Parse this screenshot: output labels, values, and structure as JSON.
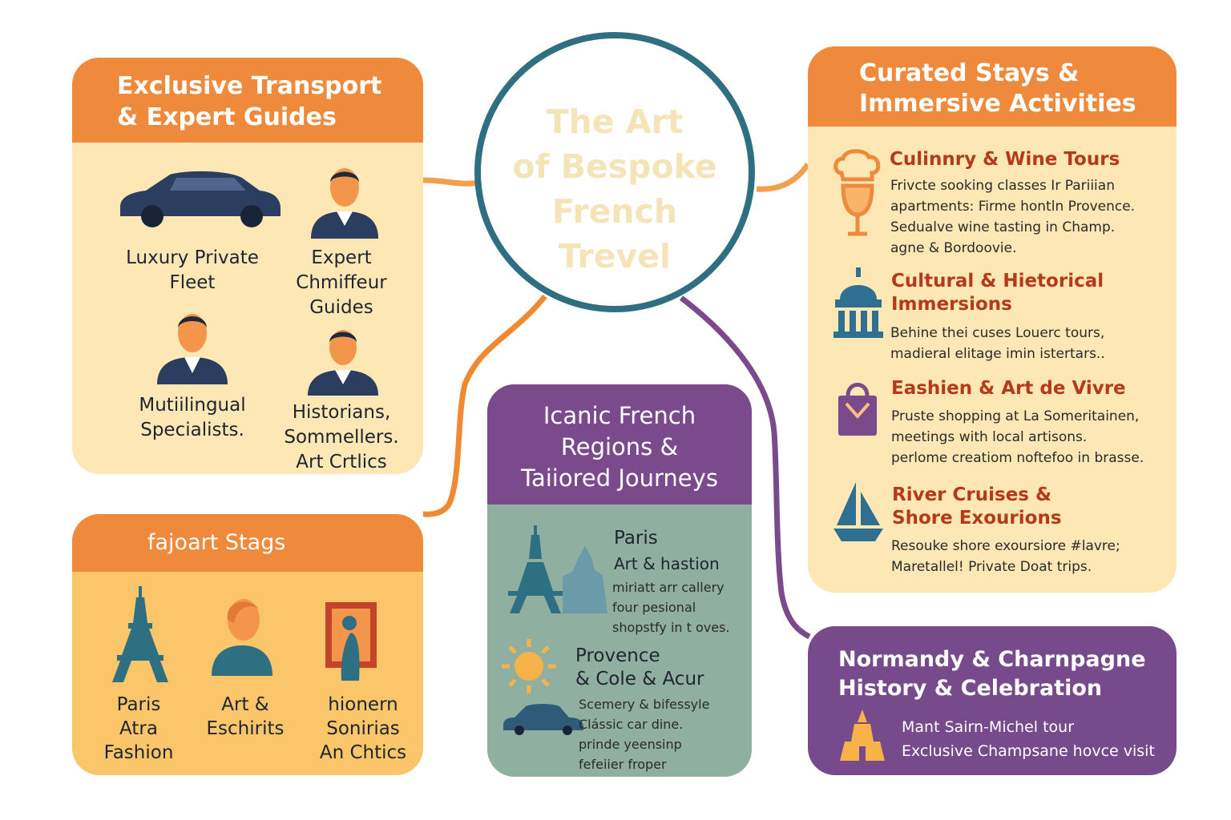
{
  "center": {
    "lines": [
      "The Art",
      "of Bespoke",
      "French",
      "Trevel"
    ]
  },
  "transport": {
    "title_lines": [
      "Exclusive Transport",
      "& Expert Guides"
    ],
    "items": [
      {
        "lines": [
          "Luxury Private",
          "Fleet"
        ],
        "icon": "car-icon"
      },
      {
        "lines": [
          "Expert",
          "Chmiffeur",
          "Guides"
        ],
        "icon": "chauffeur-icon"
      },
      {
        "lines": [
          "Mutiilingual",
          "Specialists."
        ],
        "icon": "specialist-icon"
      },
      {
        "lines": [
          "Historians,",
          "Sommellers.",
          "Art Crtlics"
        ],
        "icon": "historian-icon"
      }
    ]
  },
  "stays": {
    "title": "fajoart Stags",
    "items": [
      {
        "lines": [
          "Paris",
          "Atra",
          "Fashion"
        ],
        "icon": "eiffel-tower-icon"
      },
      {
        "lines": [
          "Art &",
          "Eschirits"
        ],
        "icon": "person-icon"
      },
      {
        "lines": [
          "hionern",
          "Sonirias",
          "An Chtics"
        ],
        "icon": "art-frame-icon"
      }
    ]
  },
  "regions": {
    "title_lines": [
      "Icanic French",
      "Regions &",
      "Taiiored Journeys"
    ],
    "paris": {
      "name": "Paris",
      "sub": "Art & hastion",
      "desc_lines": [
        "miriatt arr callery",
        "four pesional",
        "shopstfy in t oves."
      ]
    },
    "provence": {
      "name_lines": [
        "Provence",
        "& Cole & Acur"
      ],
      "desc_lines": [
        "Scemery & bifessyle",
        "Clássic car dine.",
        "prinde yeensinp",
        "fefeiier froper"
      ]
    }
  },
  "curated": {
    "title_lines": [
      "Curated Stays &",
      "Immersive Activities"
    ],
    "sections": [
      {
        "title_lines": [
          "Culinnry & Wine Tours"
        ],
        "desc_lines": [
          "Frivcte sooking classes Ir Pariiian",
          "apartments: Firme hontln Provence.",
          "Sedualve wine tasting in Champ.",
          "agne & Bordoovie."
        ],
        "icon": "chef-wine-icon"
      },
      {
        "title_lines": [
          "Cultural & Hietorical",
          "Immersions"
        ],
        "desc_lines": [
          "Behine thei cuses Louerc tours,",
          "madieral elitage imin istertars.."
        ],
        "icon": "museum-icon"
      },
      {
        "title_lines": [
          "Eashien & Art de Vivre"
        ],
        "desc_lines": [
          "Pruste shopping at La Someritainen,",
          "meetings with local artisons.",
          "perlome creatiom noftefoo in brasse."
        ],
        "icon": "shopping-bag-icon"
      },
      {
        "title_lines": [
          "River  Cruises &",
          "Shore Exourions"
        ],
        "desc_lines": [
          "Resouke shore exoursiore #lavre;",
          "Maretallel! Private Doat trips."
        ],
        "icon": "sailboat-icon"
      }
    ]
  },
  "normandy": {
    "title_lines": [
      "Normandy & Charnpagne",
      "History & Celebration"
    ],
    "desc_lines": [
      "Mant Sairn-Michel tour",
      "Exclusive Champsane hovce visit"
    ],
    "icon": "mont-saint-michel-icon"
  },
  "colors": {
    "orange": "#ef8a3c",
    "purple": "#774a8b",
    "teal_ring": "#2f6f82",
    "cream": "#fde7b4",
    "amber": "#fbc56a",
    "sage": "#8fb0a0",
    "title_red": "#b53a1b",
    "navy": "#2c3e5f"
  }
}
